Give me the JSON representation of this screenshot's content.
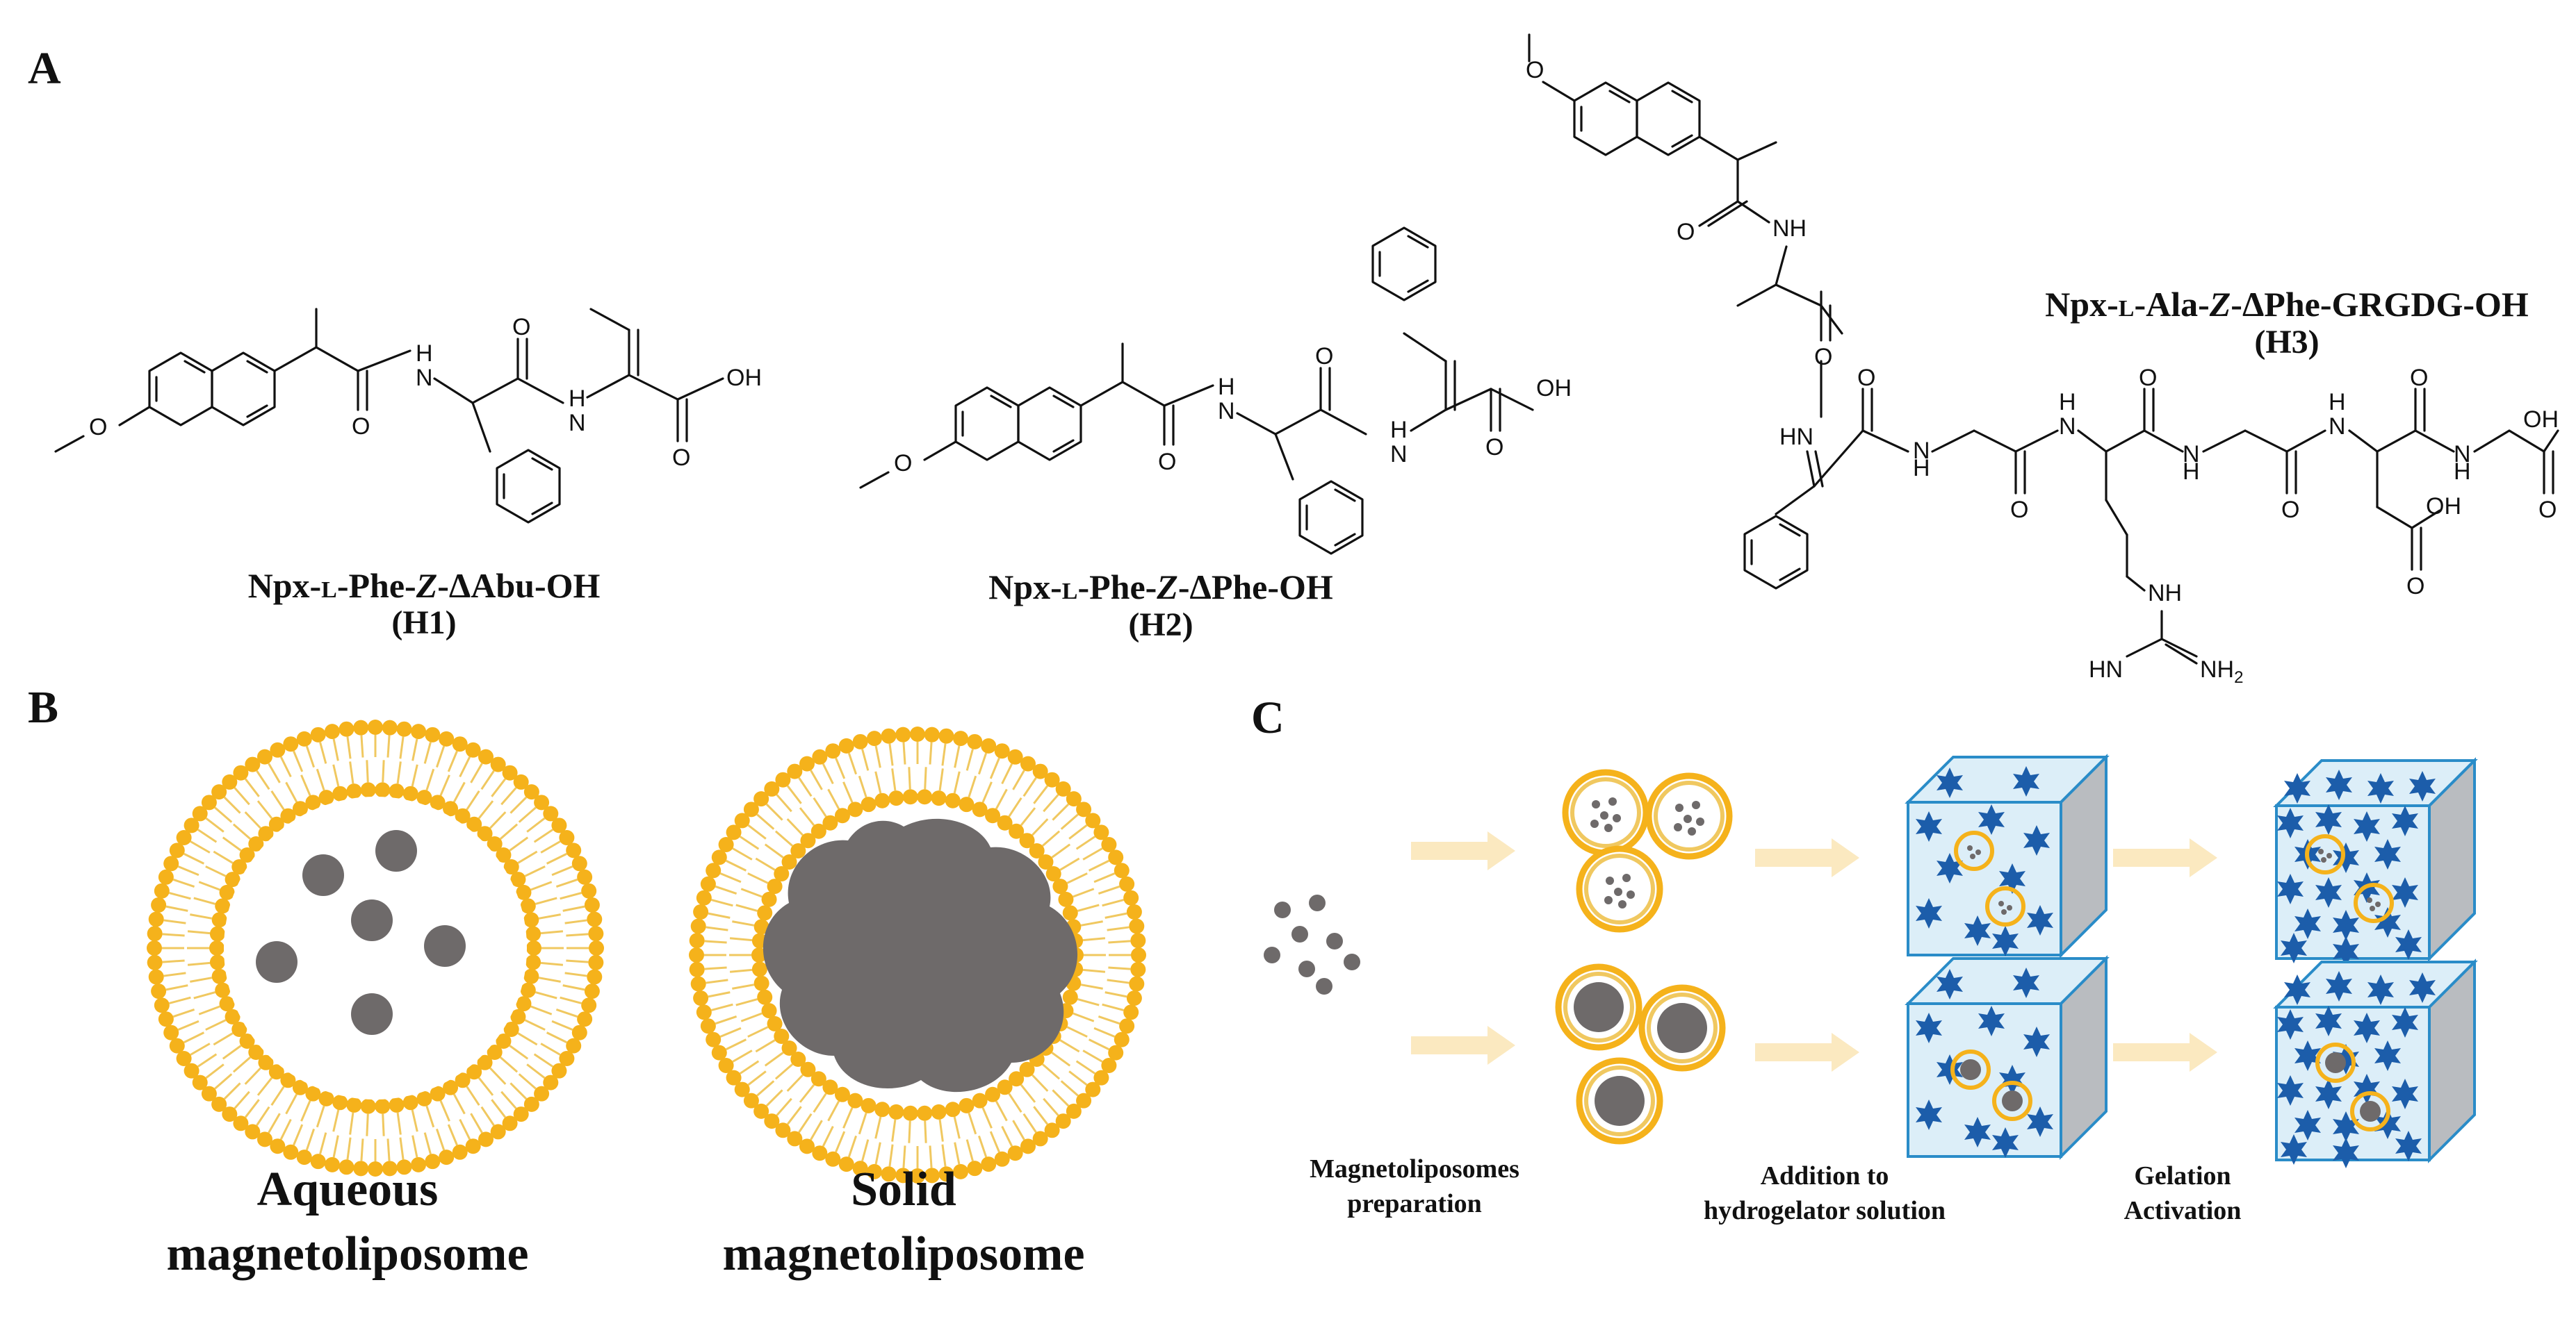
{
  "panels": {
    "a": "A",
    "b": "B",
    "c": "C"
  },
  "molecules": [
    {
      "id": "H1",
      "name_parts": [
        "Npx-",
        "L",
        "-Phe-",
        "Z",
        "-ΔAbu-OH"
      ],
      "code": "(H1)"
    },
    {
      "id": "H2",
      "name_parts": [
        "Npx-",
        "L",
        "-Phe-",
        "Z",
        "-ΔPhe-OH"
      ],
      "code": "(H2)"
    },
    {
      "id": "H3",
      "name_parts": [
        "Npx-",
        "L",
        "-Ala-",
        "Z",
        "-ΔPhe-GRGDG-OH"
      ],
      "code": "(H3)"
    }
  ],
  "atoms": {
    "o": "O",
    "oh": "OH",
    "nh": "NH",
    "h": "H",
    "n": "N",
    "hn": "HN",
    "nh2": "NH",
    "nh2_sub": "2"
  },
  "liposomes": {
    "aqueous": [
      "Aqueous",
      "magnetoliposome"
    ],
    "solid": [
      "Solid",
      "magnetoliposome"
    ]
  },
  "steps": {
    "prep": [
      "Magnetoliposomes",
      "preparation"
    ],
    "addition": [
      "Addition to",
      "hydrogelator solution"
    ],
    "gelation": [
      "Gelation",
      "Activation"
    ]
  },
  "colors": {
    "lipid_head": "#F5B21B",
    "lipid_tail": "#F0C860",
    "particle": "#6E6A6A",
    "gel_face": "#DCEEF8",
    "gel_edge": "#2A8CC8",
    "gel_side": "#B9BCC0",
    "star": "#1C5DAA",
    "arrow": "#FBE9C0"
  }
}
